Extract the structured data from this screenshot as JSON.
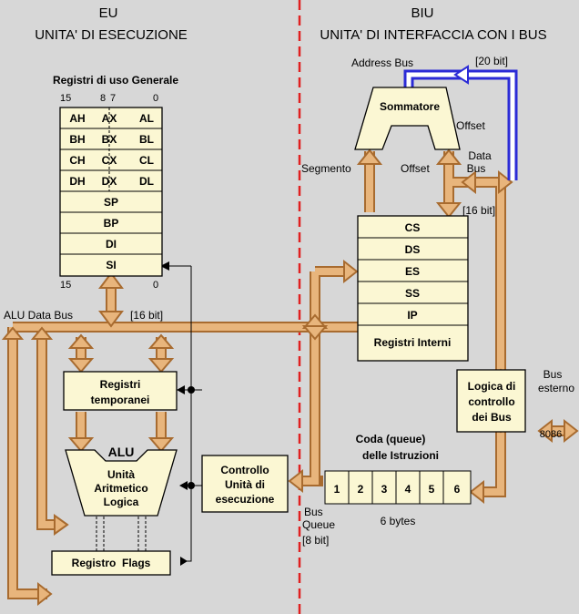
{
  "eu": {
    "heading": "EU",
    "subheading": "UNITA' DI ESECUZIONE"
  },
  "biu": {
    "heading": "BIU",
    "subheading": "UNITA' DI INTERFACCIA CON I BUS"
  },
  "general_registers": {
    "title": "Registri di uso Generale",
    "bit_labels_top": [
      "15",
      "8",
      "7",
      "0"
    ],
    "bit_labels_bottom": [
      "15",
      "0"
    ],
    "split_rows": [
      [
        "AH",
        "AX",
        "AL"
      ],
      [
        "BH",
        "BX",
        "BL"
      ],
      [
        "CH",
        "CX",
        "CL"
      ],
      [
        "DH",
        "DX",
        "DL"
      ]
    ],
    "full_rows": [
      "SP",
      "BP",
      "DI",
      "SI"
    ]
  },
  "alu_bus": {
    "label": "ALU Data Bus",
    "width": "[16 bit]"
  },
  "temp_registers": {
    "line1": "Registri",
    "line2": "temporanei"
  },
  "alu": {
    "title": "ALU",
    "line1": "Unità",
    "line2": "Aritmetico",
    "line3": "Logica"
  },
  "flags": {
    "label": "Registro  Flags"
  },
  "control_unit": {
    "line1": "Controllo",
    "line2": "Unità di",
    "line3": "esecuzione"
  },
  "adder": {
    "label": "Sommatore"
  },
  "address_bus": {
    "label": "Address Bus",
    "width": "[20 bit]"
  },
  "adder_labels": {
    "offset_out": "Offset",
    "segmento": "Segmento",
    "offset_in": "Offset"
  },
  "data_bus": {
    "line1": "Data",
    "line2": "Bus",
    "width": "[16 bit]"
  },
  "internal_registers": {
    "rows": [
      "CS",
      "DS",
      "ES",
      "SS",
      "IP"
    ],
    "label": "Registri Interni"
  },
  "bus_logic": {
    "line1": "Logica di",
    "line2": "controllo",
    "line3": "dei Bus"
  },
  "external_bus": {
    "line1": "Bus",
    "line2": "esterno",
    "chip": "8086"
  },
  "queue": {
    "title1": "Coda (queue)",
    "title2": "delle Istruzioni",
    "cells": [
      "1",
      "2",
      "3",
      "4",
      "5",
      "6"
    ],
    "size": "6 bytes",
    "bus_line1": "Bus",
    "bus_line2": "Queue",
    "bus_line3": "[8 bit]"
  },
  "colors": {
    "background": "#d7d7d7",
    "box_fill": "#fbf7d3",
    "bus_fill": "#e8b57c",
    "bus_border": "#a86b2f",
    "divider": "#e02020",
    "address_bus": "#2b2bd6"
  }
}
